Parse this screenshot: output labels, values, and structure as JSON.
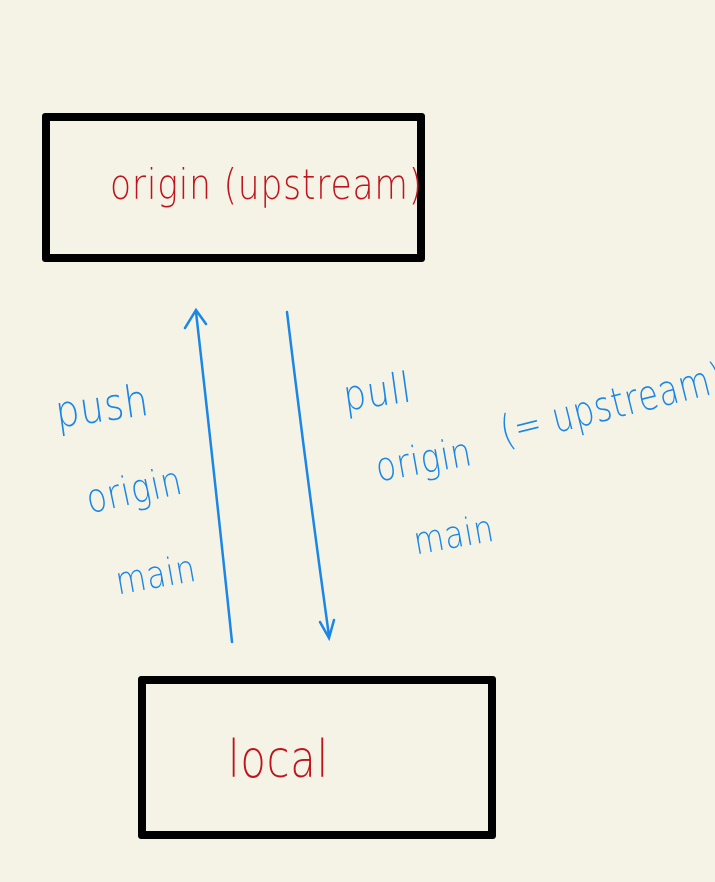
{
  "nodes": {
    "origin": {
      "label": "origin (upstream)"
    },
    "local": {
      "label": "local"
    }
  },
  "edges": {
    "push": {
      "label": "push",
      "remote": "origin",
      "branch": "main"
    },
    "pull": {
      "label": "pull",
      "remote": "origin",
      "branch": "main",
      "note": "(= upstream)"
    }
  },
  "colors": {
    "background": "#f5f3e6",
    "box_border": "#000000",
    "node_text": "#c0141c",
    "annotation": "#1a86e6"
  }
}
